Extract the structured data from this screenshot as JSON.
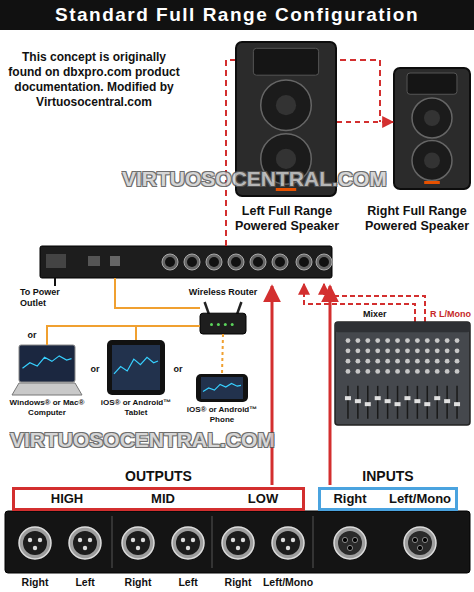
{
  "diagram": {
    "title": "Standard Full Range Configuration",
    "nodes": [
      {
        "text": [
          "Left Full Range Powered Speaker"
        ]
      },
      {
        "text": [
          "Right Full Range Powered Speaker"
        ]
      },
      {
        "text": [
          "Wireless Router"
        ]
      },
      {
        "text": [
          "Mixer"
        ]
      },
      {
        "text": [
          "Windows® or Mac® Computer"
        ]
      },
      {
        "text": [
          "iOS® or Android™ Tablet"
        ]
      },
      {
        "text": [
          "iOS® or Android™ Phone"
        ]
      },
      {
        "text": [
          "OUTPUTS"
        ]
      },
      {
        "text": [
          "INPUTS"
        ]
      }
    ],
    "edges": [
      {
        "from": 0,
        "to": 1,
        "arrow": "to"
      },
      {
        "from": 2,
        "to": 4,
        "arrow": "none"
      },
      {
        "from": 2,
        "to": 5,
        "arrow": "none"
      },
      {
        "from": 2,
        "to": 6,
        "arrow": "none"
      }
    ],
    "labels": [
      "This concept is originally found on dbxpro.com product documentation. Modified by Virtuosocentral.com",
      "VIRTUOSOCENTRAL.COM",
      "To Power Outlet",
      "R L/Mono",
      "or",
      "or",
      "or",
      "VIRTUOSOCENTRAL.COM",
      "HIGH",
      "MID",
      "LOW",
      "Right",
      "Left/Mono",
      "Right",
      "Left",
      "Right",
      "Left",
      "Right",
      "Left/Mono"
    ]
  }
}
